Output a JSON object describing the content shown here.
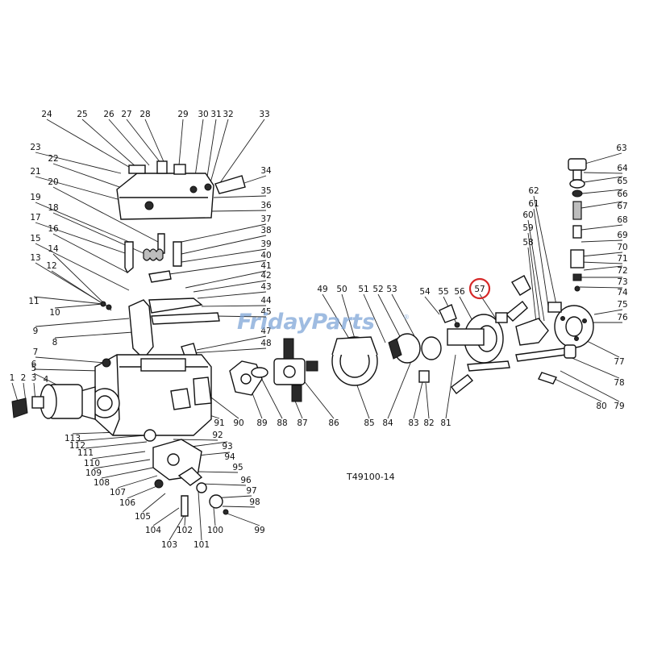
{
  "watermark": "FridayParts",
  "watermark_mark": "®",
  "drawing_code": "T49100-14",
  "highlighted_label": "57",
  "highlight_color": "#d62828",
  "labels": [
    "1",
    "2",
    "3",
    "4",
    "5",
    "6",
    "7",
    "8",
    "9",
    "10",
    "11",
    "12",
    "13",
    "14",
    "15",
    "16",
    "17",
    "18",
    "19",
    "20",
    "21",
    "22",
    "23",
    "24",
    "25",
    "26",
    "27",
    "28",
    "29",
    "30",
    "31",
    "32",
    "33",
    "34",
    "35",
    "36",
    "37",
    "38",
    "39",
    "40",
    "41",
    "42",
    "43",
    "44",
    "45",
    "47",
    "48",
    "49",
    "50",
    "51",
    "52",
    "53",
    "54",
    "55",
    "56",
    "57",
    "58",
    "59",
    "60",
    "61",
    "62",
    "63",
    "64",
    "65",
    "66",
    "67",
    "68",
    "69",
    "70",
    "71",
    "72",
    "73",
    "74",
    "75",
    "76",
    "77",
    "78",
    "79",
    "80",
    "81",
    "82",
    "83",
    "84",
    "85",
    "86",
    "87",
    "88",
    "89",
    "90",
    "91",
    "92",
    "93",
    "94",
    "95",
    "96",
    "97",
    "98",
    "99",
    "100",
    "101",
    "102",
    "103",
    "104",
    "105",
    "106",
    "107",
    "108",
    "109",
    "110",
    "111",
    "112",
    "113"
  ]
}
